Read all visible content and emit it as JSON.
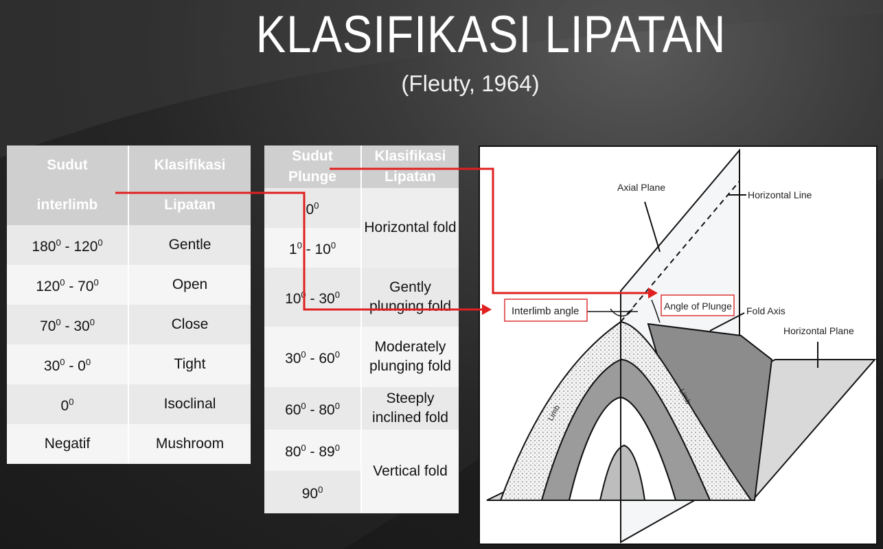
{
  "title": "KLASIFIKASI LIPATAN",
  "subtitle": "(Fleuty, 1964)",
  "interlimb_table": {
    "header": {
      "col1_line1": "Sudut",
      "col1_line2": "interlimb",
      "col2_line1": "Klasifikasi",
      "col2_line2": "Lipatan"
    },
    "rows": [
      {
        "range": "1800 - 1200",
        "class": "Gentle"
      },
      {
        "range": "1200 - 700",
        "class": "Open"
      },
      {
        "range": "700 - 300",
        "class": "Close"
      },
      {
        "range": "300 - 00",
        "class": "Tight"
      },
      {
        "range": "00",
        "class": "Isoclinal"
      },
      {
        "range": "Negatif",
        "class": "Mushroom"
      }
    ]
  },
  "plunge_table": {
    "header": {
      "col1_line1": "Sudut",
      "col1_line2": "Plunge",
      "col2_line1": "Klasifikasi",
      "col2_line2": "Lipatan"
    },
    "ranges": [
      "00",
      "10 - 100",
      "100 - 300",
      "300 - 600",
      "600 - 800",
      "800 - 890",
      "900"
    ],
    "classes": [
      "Horizontal fold",
      "Gently plunging fold",
      "Moderately plunging fold",
      "Steeply inclined fold",
      "Vertical fold"
    ]
  },
  "diagram": {
    "labels": {
      "axial_plane": "Axial Plane",
      "horizontal_line": "Horizontal Line",
      "interlimb_angle": "Interlimb angle",
      "angle_of_plunge": "Angle of Plunge",
      "fold_axis": "Fold Axis",
      "horizontal_plane": "Horizontal Plane",
      "limb_left": "Limb",
      "limb_right": "Limb"
    }
  },
  "colors": {
    "arrow": "#e02020",
    "header_bg": "#cfcfcf"
  }
}
